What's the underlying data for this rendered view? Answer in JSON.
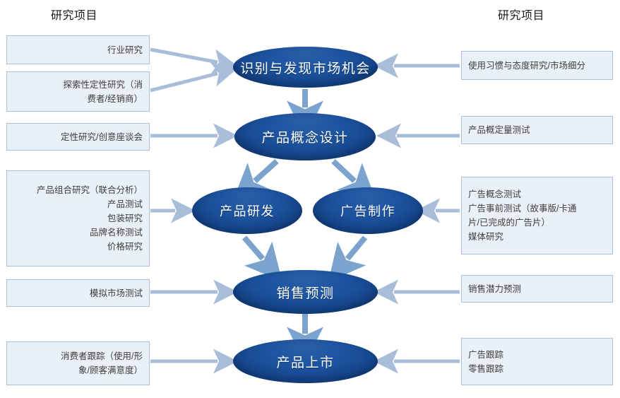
{
  "headers": {
    "left": "研究项目",
    "right": "研究项目"
  },
  "colors": {
    "box_fill": "#eaf0f8",
    "box_border": "#a9c0da",
    "ellipse_fill": "#1d54a0",
    "arrow": "#a8bdd8",
    "text": "#3d3d3d",
    "ellipse_text": "#ffffff",
    "background": "#ffffff"
  },
  "process": [
    {
      "id": "stage-identify",
      "label": "识别与发现市场机会"
    },
    {
      "id": "stage-concept",
      "label": "产品概念设计"
    },
    {
      "id": "stage-rnd",
      "label": "产品研发"
    },
    {
      "id": "stage-ad",
      "label": "广告制作"
    },
    {
      "id": "stage-forecast",
      "label": "销售预测"
    },
    {
      "id": "stage-launch",
      "label": "产品上市"
    }
  ],
  "left_boxes": [
    {
      "id": "box-industry",
      "lines": [
        "行业研究"
      ]
    },
    {
      "id": "box-explore",
      "lines": [
        "探索性定性研究（消",
        "费者/经销商）"
      ]
    },
    {
      "id": "box-qualitative",
      "lines": [
        "定性研究/创意座谈会"
      ]
    },
    {
      "id": "box-product-mix",
      "lines": [
        "产品组合研究（联合分析）",
        "产品测试",
        "包装研究",
        "品牌名称测试",
        "价格研究"
      ]
    },
    {
      "id": "box-sim-market",
      "lines": [
        "模拟市场测试"
      ]
    },
    {
      "id": "box-consumer-track",
      "lines": [
        "消费者跟踪（使用/形",
        "象/顾客满意度）"
      ]
    }
  ],
  "right_boxes": [
    {
      "id": "box-usage-attitude",
      "lines": [
        "使用习惯与态度研究/市场细分"
      ]
    },
    {
      "id": "box-concept-quant",
      "lines": [
        "产品概定量测试"
      ]
    },
    {
      "id": "box-ad-tests",
      "lines": [
        "广告概念测试",
        "广告事前测试（故事版/卡通",
        "片/已完成的广告片）",
        "媒体研究"
      ]
    },
    {
      "id": "box-sales-potential",
      "lines": [
        "销售潜力预测"
      ]
    },
    {
      "id": "box-tracking",
      "lines": [
        "广告跟踪",
        "零售跟踪"
      ]
    }
  ],
  "arrows": [
    {
      "id": "arrow-industry-to-identify",
      "from": "box-industry",
      "to": "stage-identify",
      "direction": "right"
    },
    {
      "id": "arrow-explore-to-identify",
      "from": "box-explore",
      "to": "stage-identify",
      "direction": "right"
    },
    {
      "id": "arrow-qualitative-to-concept",
      "from": "box-qualitative",
      "to": "stage-concept",
      "direction": "right"
    },
    {
      "id": "arrow-mix-to-rnd",
      "from": "box-product-mix",
      "to": "stage-rnd",
      "direction": "right"
    },
    {
      "id": "arrow-sim-to-forecast",
      "from": "box-sim-market",
      "to": "stage-forecast",
      "direction": "right"
    },
    {
      "id": "arrow-track-to-launch",
      "from": "box-consumer-track",
      "to": "stage-launch",
      "direction": "right"
    },
    {
      "id": "arrow-usage-to-identify",
      "from": "box-usage-attitude",
      "to": "stage-identify",
      "direction": "left"
    },
    {
      "id": "arrow-quant-to-concept",
      "from": "box-concept-quant",
      "to": "stage-concept",
      "direction": "left"
    },
    {
      "id": "arrow-adtests-to-ad",
      "from": "box-ad-tests",
      "to": "stage-ad",
      "direction": "left"
    },
    {
      "id": "arrow-potential-to-forecast",
      "from": "box-sales-potential",
      "to": "stage-forecast",
      "direction": "left"
    },
    {
      "id": "arrow-tracking-to-launch",
      "from": "box-tracking",
      "to": "stage-launch",
      "direction": "left"
    },
    {
      "id": "arrow-identify-to-concept",
      "from": "stage-identify",
      "to": "stage-concept",
      "direction": "down"
    },
    {
      "id": "arrow-concept-to-rnd",
      "from": "stage-concept",
      "to": "stage-rnd",
      "direction": "down-left"
    },
    {
      "id": "arrow-concept-to-ad",
      "from": "stage-concept",
      "to": "stage-ad",
      "direction": "down-right"
    },
    {
      "id": "arrow-rnd-to-forecast",
      "from": "stage-rnd",
      "to": "stage-forecast",
      "direction": "down-right"
    },
    {
      "id": "arrow-ad-to-forecast",
      "from": "stage-ad",
      "to": "stage-forecast",
      "direction": "down-left"
    },
    {
      "id": "arrow-forecast-to-launch",
      "from": "stage-forecast",
      "to": "stage-launch",
      "direction": "down"
    }
  ]
}
